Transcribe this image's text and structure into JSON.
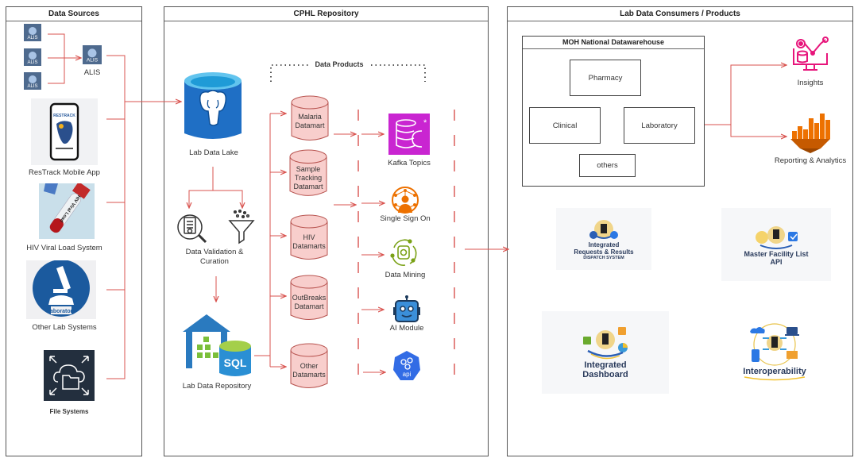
{
  "panels": {
    "sources": {
      "title": "Data Sources"
    },
    "repository": {
      "title": "CPHL Repository"
    },
    "consumers": {
      "title": "Lab Data Consumers / Products"
    }
  },
  "sources": {
    "alis_aggregate": "ALIS",
    "alis_icon_text": "ALIS",
    "items": [
      {
        "label": "ResTrack Mobile App",
        "icon": "phone-app-icon",
        "brand": "RESTRACK"
      },
      {
        "label": "HIV Viral Load System",
        "icon": "blood-tube-icon",
        "tube_text": "HIV Viral Load"
      },
      {
        "label": "Other Lab Systems",
        "icon": "microscope-icon",
        "badge": "Laboratory"
      },
      {
        "label": "File Systems",
        "icon": "cloud-folder-icon"
      }
    ]
  },
  "repository": {
    "lake": "Lab Data Lake",
    "validation": "Data Validation & Curation",
    "validation_line1": "Data Validation &",
    "validation_line2": "Curation",
    "repo": "Lab Data Repository",
    "sql_text": "SQL",
    "data_products_title": "Data Products",
    "datamarts": [
      {
        "line1": "Malaria",
        "line2": "Datamart",
        "line3": ""
      },
      {
        "line1": "Sample",
        "line2": "Tracking",
        "line3": "Datamart"
      },
      {
        "line1": "HIV",
        "line2": "Datamarts",
        "line3": ""
      },
      {
        "line1": "OutBreaks",
        "line2": "Datamart",
        "line3": ""
      },
      {
        "line1": "Other",
        "line2": "Datamarts",
        "line3": ""
      }
    ],
    "products": [
      {
        "label": "Kafka Topics",
        "icon": "kafka-database-icon"
      },
      {
        "label": "Single Sign On",
        "icon": "single-sign-on-icon"
      },
      {
        "label": "Data Mining",
        "icon": "data-mining-icon"
      },
      {
        "label": "AI Module",
        "icon": "robot-icon"
      },
      {
        "label": "",
        "icon": "api-icon",
        "icon_text": "api"
      }
    ]
  },
  "consumers": {
    "warehouse": {
      "title": "MOH National Datawarehouse",
      "boxes": [
        "Pharmacy",
        "Clinical",
        "Laboratory",
        "others"
      ]
    },
    "insights": "Insights",
    "reporting": "Reporting & Analytics",
    "logos": [
      {
        "line1": "Integrated",
        "line2": "Requests & Results",
        "line3": "DISPATCH SYSTEM"
      },
      {
        "line1": "Master Facility List",
        "line2": "API"
      },
      {
        "line1": "Integrated",
        "line2": "Dashboard"
      },
      {
        "line1": "Interoperability"
      }
    ]
  },
  "colors": {
    "connector": "#d9534f",
    "datamart_fill": "#f8cecc",
    "datamart_stroke": "#b85450",
    "kafka": "#c925d1",
    "sso": "#ed7100",
    "mining": "#7aa116",
    "robot": "#3b8fd9",
    "api": "#326ce5",
    "insights": "#e7157b",
    "reporting": "#ed7100",
    "lake_blue": "#1f6fc5"
  }
}
